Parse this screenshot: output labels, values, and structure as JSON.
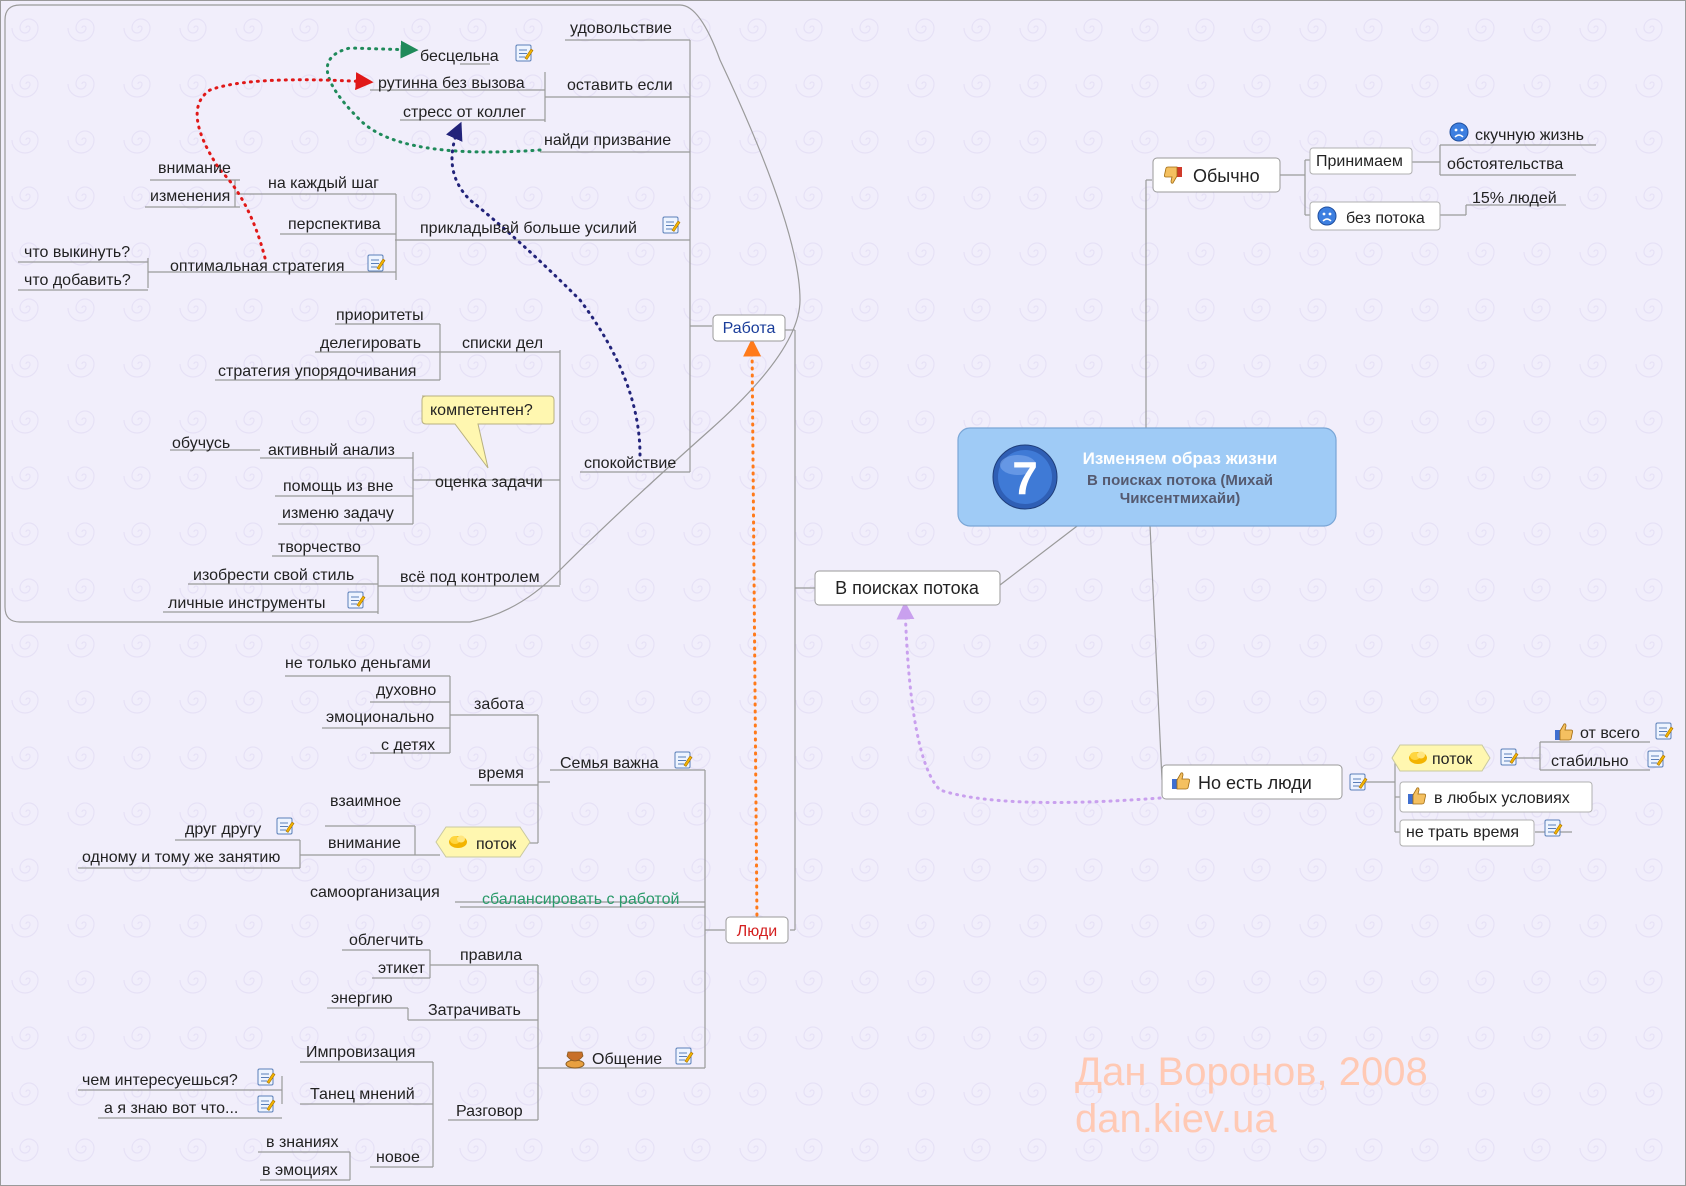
{
  "central": {
    "badge_number": "7",
    "title": "Изменяем образ жизни",
    "subtitle_line1": "В поисках потока (Михай",
    "subtitle_line2": "Чиксентмихайи)"
  },
  "branches": {
    "search": "В поисках потока",
    "work": "Работа",
    "people": "Люди",
    "usually": "Обычно",
    "but_people": "Но есть люди"
  },
  "usually": {
    "accept": "Принимаем",
    "boring_life": "скучную жизнь",
    "circumstances": "обстоятельства",
    "no_flow": "без потока",
    "percent": "15% людей"
  },
  "but_people": {
    "flow": "поток",
    "from_all": "от всего",
    "stable": "стабильно",
    "any_conditions": "в любых условиях",
    "no_waste": "не трать время"
  },
  "work": {
    "satisfaction": "удовольствие",
    "leave_if": "оставить если",
    "pointless": "бесцельна",
    "routine": "рутинна без вызова",
    "stress": "стресс от коллег",
    "find_calling": "найди призвание",
    "more_effort": "прикладывай больше усилий",
    "each_step": "на каждый шаг",
    "attention": "внимание",
    "changes": "изменения",
    "perspective": "перспектива",
    "optimal": "оптимальная стратегия",
    "throw_out": "что выкинуть?",
    "add": "что добавить?",
    "todo_lists": "списки дел",
    "priorities": "приоритеты",
    "delegate": "делегировать",
    "ordering": "стратегия упорядочивания",
    "competent": "компетентен?",
    "active_analysis": "активный анализ",
    "learn": "обучусь",
    "external_help": "помощь из вне",
    "change_task": "изменю задачу",
    "task_eval": "оценка задачи",
    "calm": "спокойствие",
    "creativity": "творчество",
    "invent_style": "изобрести свой стиль",
    "personal_tools": "личные инструменты",
    "all_control": "всё под контролем"
  },
  "people": {
    "not_money": "не только деньгами",
    "spiritually": "духовно",
    "emotionally": "эмоционально",
    "with_kids": "с детях",
    "care": "забота",
    "time": "время",
    "family": "Семья важна",
    "mutual": "взаимное",
    "each_other": "друг другу",
    "same_activity": "одному и тому же занятию",
    "attention": "внимание",
    "flow": "поток",
    "self_org": "самоорганизация",
    "balance": "сбалансировать с работой",
    "ease": "облегчить",
    "etiquette": "этикет",
    "rules": "правила",
    "energy": "энергию",
    "spend": "Затрачивать",
    "improv": "Импровизация",
    "interested": "чем интересуешься?",
    "i_know": "а я знаю вот что...",
    "dance": "Танец мнений",
    "talk": "Разговор",
    "in_knowledge": "в знаниях",
    "in_emotions": "в эмоциях",
    "new": "новое",
    "communication": "Общение"
  },
  "watermark": {
    "line1": "Дан Воронов, 2008",
    "line2": "dan.kiev.ua"
  },
  "colors": {
    "background": "#f1eefb",
    "line": "#9a9a9a",
    "central_fill": "#9fcbf6",
    "badge": "#2f5fb5",
    "work_label": "#1a3d9a",
    "people_label": "#d42020",
    "balance_label": "#2a9a6a",
    "flow_callout": "#fff7b0",
    "arrow_green": "#1f8a5a",
    "arrow_red": "#e01818",
    "arrow_navy": "#22237a",
    "arrow_orange": "#ff7a1a",
    "arrow_violet": "#c9a0ee",
    "watermark": "#ffc9b4"
  },
  "icons": [
    "note-icon",
    "thumbs-down-icon",
    "thumbs-up-icon",
    "sad-face-icon",
    "cloud-icon",
    "coffee-icon",
    "badge-7-icon"
  ]
}
